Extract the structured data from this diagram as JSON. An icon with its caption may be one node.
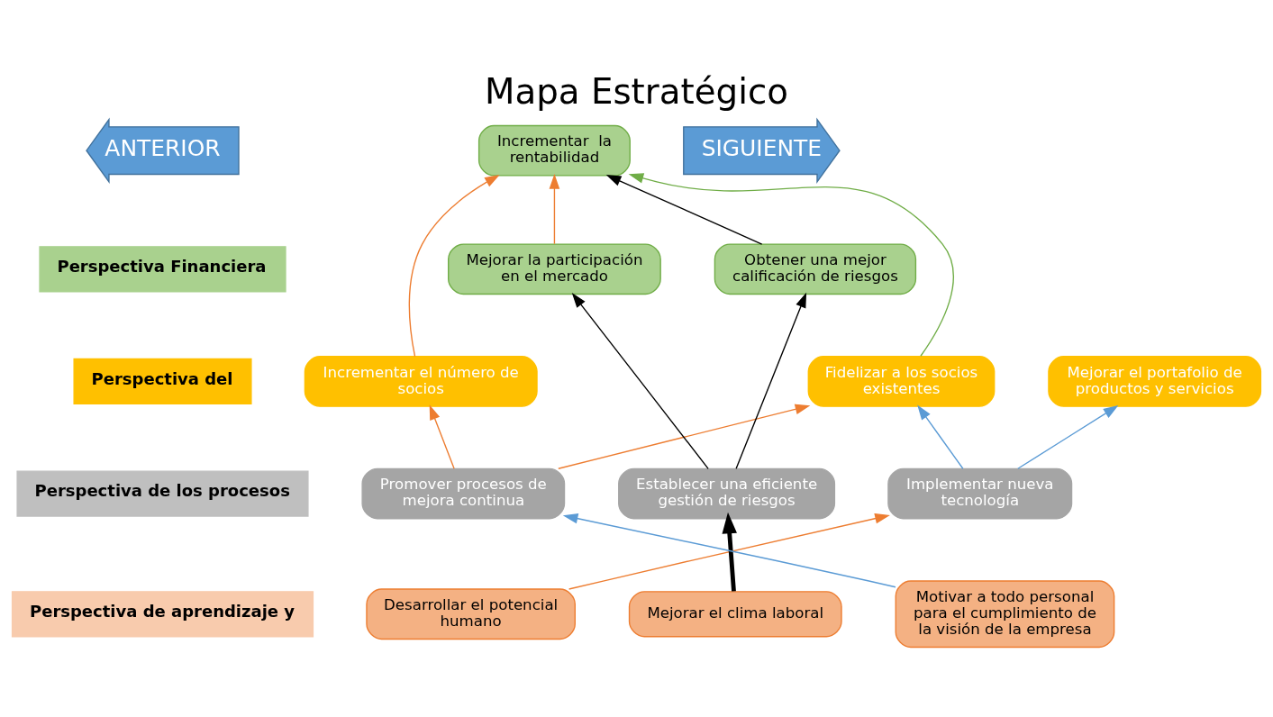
{
  "diagram": {
    "title": "Mapa Estratégico",
    "nodes": [
      {
        "text": [
          "ANTERIOR"
        ]
      },
      {
        "text": [
          "SIGUIENTE"
        ]
      },
      {
        "text": [
          "Perspectiva Financiera"
        ]
      },
      {
        "text": [
          "Perspectiva del"
        ]
      },
      {
        "text": [
          "Perspectiva de los procesos"
        ]
      },
      {
        "text": [
          "Perspectiva de aprendizaje y"
        ]
      },
      {
        "text": [
          "Incrementar  la rentabilidad"
        ]
      },
      {
        "text": [
          "Mejorar la participación en el mercado"
        ]
      },
      {
        "text": [
          "Obtener una mejor calificación de riesgos"
        ]
      },
      {
        "text": [
          "Incrementar el número de socios"
        ]
      },
      {
        "text": [
          "Fidelizar a los socios existentes"
        ]
      },
      {
        "text": [
          "Mejorar el portafolio de productos y servicios"
        ]
      },
      {
        "text": [
          "Promover procesos de mejora continua"
        ]
      },
      {
        "text": [
          "Establecer una eficiente gestión de riesgos"
        ]
      },
      {
        "text": [
          "Implementar nueva tecnología"
        ]
      },
      {
        "text": [
          "Desarrollar el potencial humano"
        ]
      },
      {
        "text": [
          "Mejorar el clima laboral"
        ]
      },
      {
        "text": [
          "Motivar a todo personal para el cumplimiento de la visión de la empresa"
        ]
      }
    ],
    "edges": [
      {
        "from": 7,
        "to": 6,
        "arrow": "to"
      },
      {
        "from": 9,
        "to": 6,
        "arrow": "to"
      },
      {
        "from": 10,
        "to": 6,
        "arrow": "to",
        "color": "#70ad47"
      },
      {
        "from": 8,
        "to": 6,
        "arrow": "to",
        "color": "#000000"
      },
      {
        "from": 13,
        "to": 7,
        "arrow": "to",
        "color": "#000000"
      },
      {
        "from": 13,
        "to": 8,
        "arrow": "to",
        "color": "#000000"
      },
      {
        "from": 12,
        "to": 9,
        "arrow": "to"
      },
      {
        "from": 12,
        "to": 10,
        "arrow": "to"
      },
      {
        "from": 14,
        "to": 10,
        "arrow": "to",
        "color": "#5b9bd5"
      },
      {
        "from": 14,
        "to": 11,
        "arrow": "to",
        "color": "#5b9bd5"
      },
      {
        "from": 16,
        "to": 13,
        "arrow": "to",
        "style": "thick",
        "color": "#000000"
      },
      {
        "from": 15,
        "to": 14,
        "arrow": "to"
      },
      {
        "from": 17,
        "to": 12,
        "arrow": "to",
        "color": "#5b9bd5"
      }
    ]
  }
}
